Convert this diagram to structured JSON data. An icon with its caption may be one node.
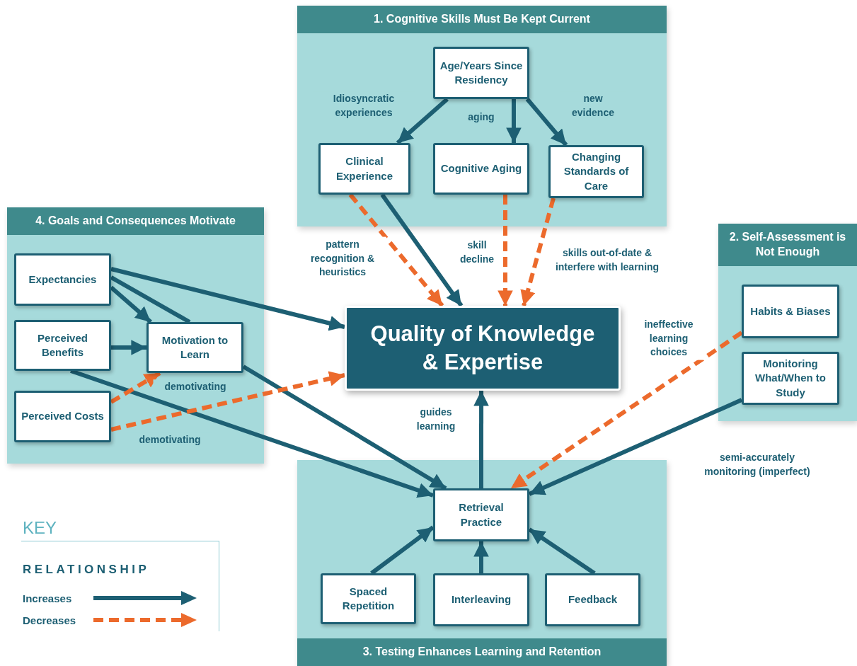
{
  "diagram": {
    "nodes": [
      {
        "text": [
          "1. Cognitive Skills Must Be Kept Current"
        ]
      },
      {
        "text": [
          "Age/Years Since Residency"
        ],
        "in": 0
      },
      {
        "text": [
          "Clinical Experience"
        ],
        "in": 0
      },
      {
        "text": [
          "Cognitive Aging"
        ],
        "in": 0
      },
      {
        "text": [
          "Changing Standards of Care"
        ],
        "in": 0
      },
      {
        "text": [
          "4. Goals and Consequences Motivate"
        ]
      },
      {
        "text": [
          "Expectancies"
        ],
        "in": 5
      },
      {
        "text": [
          "Perceived Benefits"
        ],
        "in": 5
      },
      {
        "text": [
          "Motivation to Learn"
        ],
        "in": 5
      },
      {
        "text": [
          "Perceived Costs"
        ],
        "in": 5
      },
      {
        "text": [
          "Quality of Knowledge & Expertise"
        ]
      },
      {
        "text": [
          "2. Self-Assessment is Not Enough"
        ]
      },
      {
        "text": [
          "Habits & Biases"
        ],
        "in": 11
      },
      {
        "text": [
          "Monitoring What/When to Study"
        ],
        "in": 11
      },
      {
        "text": [
          "3. Testing Enhances Learning and Retention"
        ]
      },
      {
        "text": [
          "Retrieval Practice"
        ],
        "in": 14
      },
      {
        "text": [
          "Spaced Repetition"
        ],
        "in": 14
      },
      {
        "text": [
          "Interleaving"
        ],
        "in": 14
      },
      {
        "text": [
          "Feedback"
        ],
        "in": 14
      }
    ],
    "edges": [
      {
        "from": 1,
        "to": 2,
        "arrow": "to",
        "label": "Idiosyncratic experiences"
      },
      {
        "from": 1,
        "to": 3,
        "arrow": "to",
        "label": "aging"
      },
      {
        "from": 1,
        "to": 4,
        "arrow": "to",
        "label": "new evidence"
      },
      {
        "from": 2,
        "to": 10,
        "arrow": "to",
        "style": "dashed",
        "color": "#ec6a2c",
        "label": "pattern recognition & heuristics"
      },
      {
        "from": 2,
        "to": 10,
        "arrow": "to"
      },
      {
        "from": 3,
        "to": 10,
        "arrow": "to",
        "style": "dashed",
        "color": "#ec6a2c",
        "label": "skill decline"
      },
      {
        "from": 4,
        "to": 10,
        "arrow": "to",
        "style": "dashed",
        "color": "#ec6a2c",
        "label": "skills out-of-date & interfere with learning"
      },
      {
        "from": 6,
        "to": 10,
        "arrow": "to"
      },
      {
        "from": 6,
        "to": 8,
        "arrow": "to"
      },
      {
        "from": 6,
        "to": 8,
        "arrow": "none"
      },
      {
        "from": 7,
        "to": 8,
        "arrow": "to"
      },
      {
        "from": 7,
        "to": 15,
        "arrow": "to"
      },
      {
        "from": 8,
        "to": 15,
        "arrow": "to"
      },
      {
        "from": 9,
        "to": 8,
        "arrow": "to",
        "style": "dashed",
        "color": "#ec6a2c",
        "label": "demotivating"
      },
      {
        "from": 9,
        "to": 10,
        "arrow": "to",
        "style": "dashed",
        "color": "#ec6a2c",
        "label": "demotivating"
      },
      {
        "from": 12,
        "to": 15,
        "arrow": "to",
        "style": "dashed",
        "color": "#ec6a2c",
        "label": "ineffective learning choices"
      },
      {
        "from": 13,
        "to": 15,
        "arrow": "to",
        "label": "semi-accurately monitoring (imperfect)"
      },
      {
        "from": 15,
        "to": 10,
        "arrow": "to",
        "label": "guides learning"
      },
      {
        "from": 16,
        "to": 15,
        "arrow": "to"
      },
      {
        "from": 17,
        "to": 15,
        "arrow": "to"
      },
      {
        "from": 18,
        "to": 15,
        "arrow": "to"
      }
    ],
    "labels": [
      "KEY",
      "RELATIONSHIP"
    ],
    "legend": [
      {
        "text": "Increases"
      },
      {
        "text": "Decreases"
      }
    ]
  }
}
